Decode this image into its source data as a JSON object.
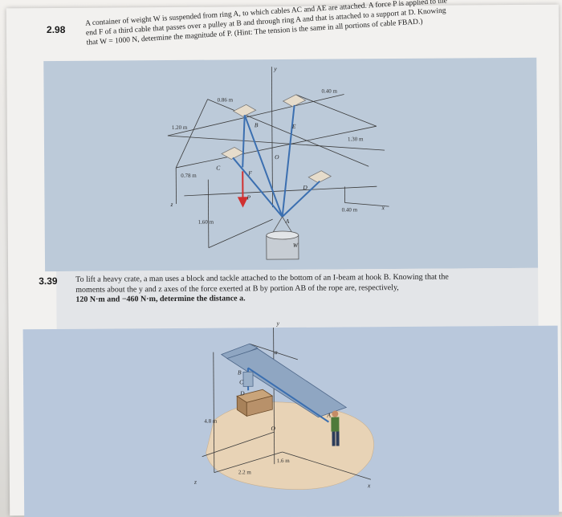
{
  "problem_298": {
    "number": "2.98",
    "line1": "A container of weight W is suspended from ring A, to which cables AC and AE are attached. A force P is applied to the",
    "line2": "end F of a third cable that passes over a pulley at B and through ring A and that is attached to a support at D. Knowing",
    "line3": "that W = 1000 N, determine the magnitude of P. (Hint: The tension is the same in all portions of cable FBAD.)"
  },
  "figure_298": {
    "dim_086": "0.86 m",
    "dim_120": "1.20 m",
    "dim_040_top": "0.40 m",
    "dim_130": "1.30 m",
    "dim_078": "0.78 m",
    "dim_160": "1.60 m",
    "dim_040_bottom": "0.40 m",
    "lbl_y": "y",
    "lbl_x": "x",
    "lbl_z": "z",
    "lbl_B": "B",
    "lbl_E": "E",
    "lbl_C": "C",
    "lbl_F": "F",
    "lbl_O": "O",
    "lbl_D": "D",
    "lbl_P": "P",
    "lbl_A": "A",
    "lbl_W": "W"
  },
  "problem_339": {
    "number": "3.39",
    "line1": "To lift a heavy crate, a man uses a block and tackle attached to the bottom of an I-beam at hook B. Knowing that the",
    "line2": "moments about the y and z axes of the force exerted at B by portion AB of the rope are, respectively,",
    "line3": "120 N·m and −460 N·m, determine the distance a."
  },
  "figure_339": {
    "lbl_y": "y",
    "lbl_a": "a",
    "lbl_B": "B",
    "lbl_C": "C",
    "lbl_D": "D",
    "lbl_A": "A",
    "lbl_O": "O",
    "lbl_x": "x",
    "lbl_z": "z",
    "dim_48": "4.8 m",
    "dim_16": "1.6 m",
    "dim_22": "2.2 m"
  },
  "colors": {
    "band_top": "#bccad9",
    "band_bottom": "#b9c8dc",
    "cable_blue": "#3b6fb0",
    "force_red": "#d03030",
    "floor_tan": "#e8d3b6"
  }
}
